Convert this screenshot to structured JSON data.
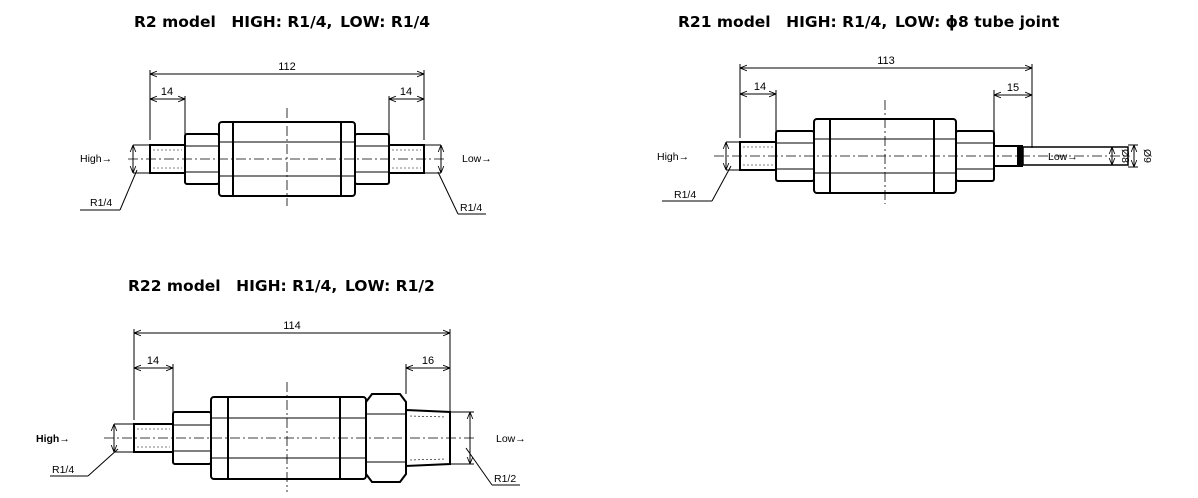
{
  "titles": {
    "r2": "R2 model　HIGH: R1/4, LOW: R1/4",
    "r21": "R21 model　HIGH: R1/4, LOW: ϕ8 tube joint",
    "r22": "R22 model　HIGH: R1/4, LOW: R1/2"
  },
  "r2": {
    "overall_length": "112",
    "high_dim": "14",
    "low_dim": "14",
    "high_label": "High→",
    "low_label": "Low→",
    "high_thread": "R1/4",
    "low_thread": "R1/4"
  },
  "r21": {
    "overall_length": "113",
    "high_dim": "14",
    "low_dim": "15",
    "high_label": "High→",
    "low_label": "Low→",
    "high_thread": "R1/4",
    "tube_inner": "Ø8",
    "tube_outer": "Ø9"
  },
  "r22": {
    "overall_length": "114",
    "high_dim": "14",
    "low_dim": "16",
    "high_label": "High→",
    "low_label": "Low→",
    "high_thread": "R1/4",
    "low_thread": "R1/2"
  }
}
